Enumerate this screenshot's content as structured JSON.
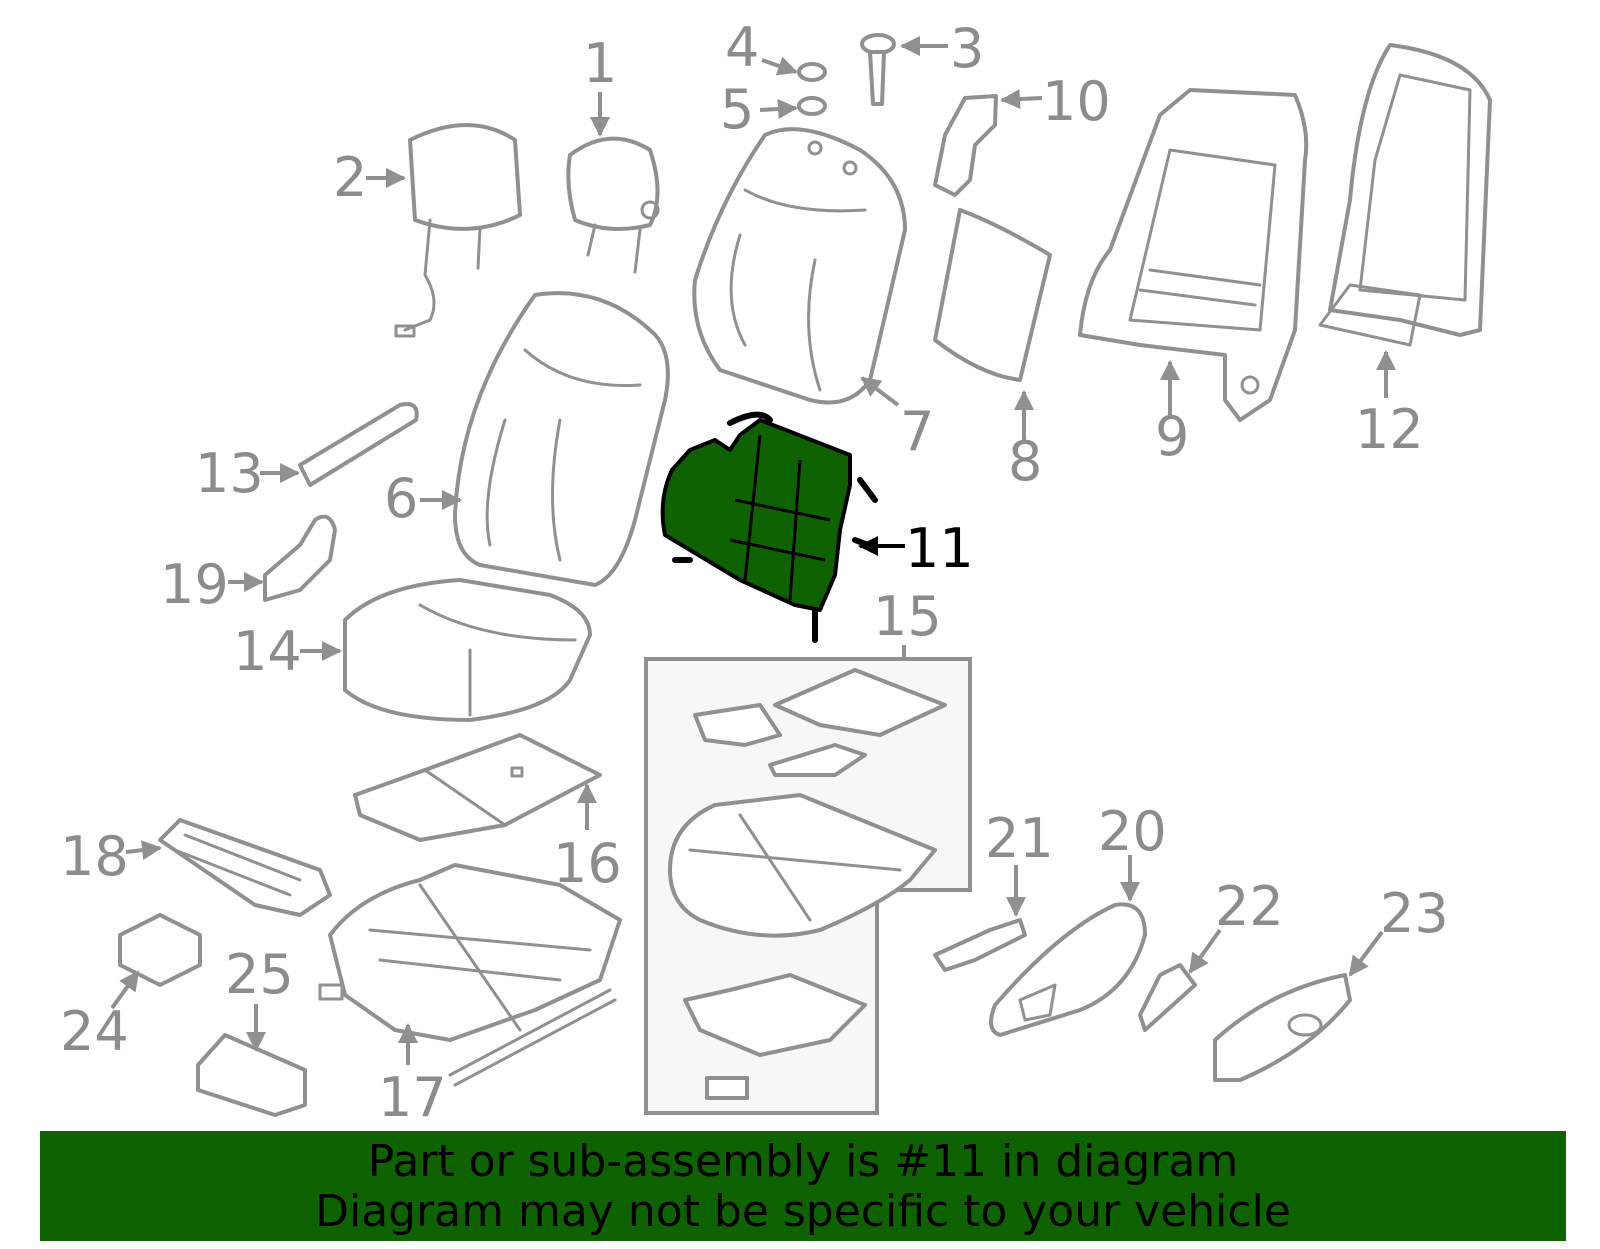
{
  "highlight_color": "#0e6300",
  "highlighted_part": "11",
  "callouts": {
    "c1": "1",
    "c2": "2",
    "c3": "3",
    "c4": "4",
    "c5": "5",
    "c6": "6",
    "c7": "7",
    "c8": "8",
    "c9": "9",
    "c10": "10",
    "c11": "11",
    "c12": "12",
    "c13": "13",
    "c14": "14",
    "c15": "15",
    "c16": "16",
    "c17": "17",
    "c18": "18",
    "c19": "19",
    "c20": "20",
    "c21": "21",
    "c22": "22",
    "c23": "23",
    "c24": "24",
    "c25": "25"
  },
  "banner": {
    "line1": "Part or sub-assembly is #11 in diagram",
    "line2": "Diagram may not be specific to your vehicle"
  }
}
